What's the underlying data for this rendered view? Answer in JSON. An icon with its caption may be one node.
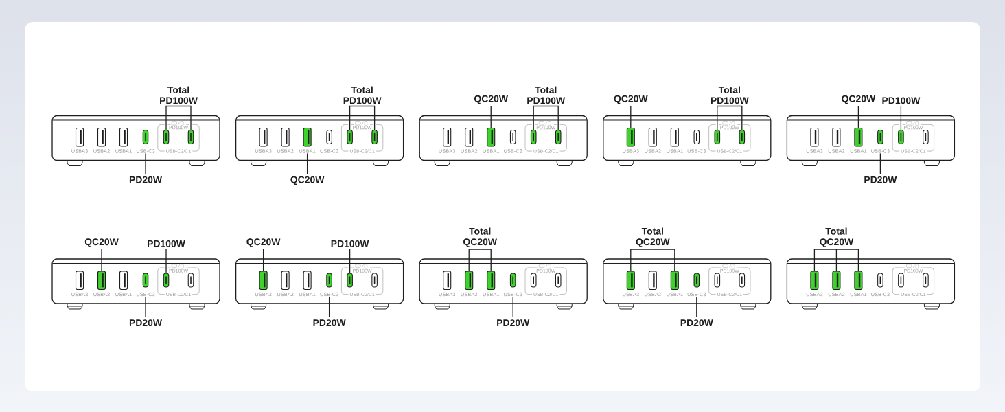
{
  "diagram": {
    "nodes": [
      {
        "text": [
          "Total PD100W"
        ]
      },
      {
        "text": [],
        "shape": "box"
      },
      {
        "text": [],
        "shape": "box",
        "in": 1,
        "beside": [
          "USBA3"
        ]
      },
      {
        "text": [],
        "shape": "box",
        "in": 1,
        "beside": [
          "USBA2"
        ]
      },
      {
        "text": [],
        "shape": "box",
        "in": 1,
        "beside": [
          "USBA1"
        ]
      },
      {
        "text": [],
        "shape": "box",
        "in": 1,
        "beside": [
          "USB-C3"
        ]
      },
      {
        "text": [
          "PD100W",
          "USB-C2/C1"
        ],
        "in": 1
      },
      {
        "text": [],
        "shape": "box",
        "in": 6
      },
      {
        "text": [],
        "shape": "box",
        "in": 6
      },
      {
        "text": [
          "PD20W"
        ]
      },
      {
        "text": [
          "Total PD100W"
        ]
      },
      {
        "text": [],
        "shape": "box"
      },
      {
        "text": [],
        "shape": "box",
        "in": 11,
        "beside": [
          "USBA3"
        ]
      },
      {
        "text": [],
        "shape": "box",
        "in": 11,
        "beside": [
          "USBA2"
        ]
      },
      {
        "text": [],
        "shape": "box",
        "in": 11,
        "beside": [
          "USBA1"
        ]
      },
      {
        "text": [],
        "shape": "box",
        "in": 11,
        "beside": [
          "USB-C3"
        ]
      },
      {
        "text": [
          "PD100W",
          "USB-C2/C1"
        ],
        "in": 11
      },
      {
        "text": [],
        "shape": "box",
        "in": 16
      },
      {
        "text": [],
        "shape": "box",
        "in": 16
      },
      {
        "text": [
          "QC20W"
        ]
      },
      {
        "text": [
          "QC20W"
        ]
      },
      {
        "text": [
          "Total PD100W"
        ]
      },
      {
        "text": [],
        "shape": "box"
      },
      {
        "text": [],
        "shape": "box",
        "in": 22,
        "beside": [
          "USBA3"
        ]
      },
      {
        "text": [],
        "shape": "box",
        "in": 22,
        "beside": [
          "USBA2"
        ]
      },
      {
        "text": [],
        "shape": "box",
        "in": 22,
        "beside": [
          "USBA1"
        ]
      },
      {
        "text": [],
        "shape": "box",
        "in": 22,
        "beside": [
          "USB-C3"
        ]
      },
      {
        "text": [
          "PD100W",
          "USB-C2/C1"
        ],
        "in": 22
      },
      {
        "text": [],
        "shape": "box",
        "in": 27
      },
      {
        "text": [],
        "shape": "box",
        "in": 27
      },
      {
        "text": [
          "QC20W"
        ]
      },
      {
        "text": [
          "Total PD100W"
        ]
      },
      {
        "text": [],
        "shape": "box"
      },
      {
        "text": [],
        "shape": "box",
        "in": 32,
        "beside": [
          "USBA3"
        ]
      },
      {
        "text": [],
        "shape": "box",
        "in": 32,
        "beside": [
          "USBA2"
        ]
      },
      {
        "text": [],
        "shape": "box",
        "in": 32,
        "beside": [
          "USBA1"
        ]
      },
      {
        "text": [],
        "shape": "box",
        "in": 32,
        "beside": [
          "USB-C3"
        ]
      },
      {
        "text": [
          "PD100W",
          "USB-C2/C1"
        ],
        "in": 32
      },
      {
        "text": [],
        "shape": "box",
        "in": 37
      },
      {
        "text": [],
        "shape": "box",
        "in": 37
      },
      {
        "text": [
          "QC20W"
        ]
      },
      {
        "text": [
          "PD100W"
        ]
      },
      {
        "text": [],
        "shape": "box"
      },
      {
        "text": [],
        "shape": "box",
        "in": 42,
        "beside": [
          "USBA3"
        ]
      },
      {
        "text": [],
        "shape": "box",
        "in": 42,
        "beside": [
          "USBA2"
        ]
      },
      {
        "text": [],
        "shape": "box",
        "in": 42,
        "beside": [
          "USBA1"
        ]
      },
      {
        "text": [],
        "shape": "box",
        "in": 42,
        "beside": [
          "USB-C3"
        ]
      },
      {
        "text": [
          "PD100W",
          "USB-C2/C1"
        ],
        "in": 42
      },
      {
        "text": [],
        "shape": "box",
        "in": 47
      },
      {
        "text": [],
        "shape": "box",
        "in": 47
      },
      {
        "text": [
          "PD20W"
        ]
      },
      {
        "text": [
          "QC20W"
        ]
      },
      {
        "text": [
          "PD100W"
        ]
      },
      {
        "text": [],
        "shape": "box"
      },
      {
        "text": [],
        "shape": "box",
        "in": 53,
        "beside": [
          "USBA3"
        ]
      },
      {
        "text": [],
        "shape": "box",
        "in": 53,
        "beside": [
          "USBA2"
        ]
      },
      {
        "text": [],
        "shape": "box",
        "in": 53,
        "beside": [
          "USBA1"
        ]
      },
      {
        "text": [],
        "shape": "box",
        "in": 53,
        "beside": [
          "USB-C3"
        ]
      },
      {
        "text": [
          "PD100W",
          "USB-C2/C1"
        ],
        "in": 53
      },
      {
        "text": [],
        "shape": "box",
        "in": 58
      },
      {
        "text": [],
        "shape": "box",
        "in": 58
      },
      {
        "text": [
          "PD20W"
        ]
      },
      {
        "text": [
          "QC20W"
        ]
      },
      {
        "text": [
          "PD100W"
        ]
      },
      {
        "text": [],
        "shape": "box"
      },
      {
        "text": [],
        "shape": "box",
        "in": 64,
        "beside": [
          "USBA3"
        ]
      },
      {
        "text": [],
        "shape": "box",
        "in": 64,
        "beside": [
          "USBA2"
        ]
      },
      {
        "text": [],
        "shape": "box",
        "in": 64,
        "beside": [
          "USBA1"
        ]
      },
      {
        "text": [],
        "shape": "box",
        "in": 64,
        "beside": [
          "USB-C3"
        ]
      },
      {
        "text": [
          "PD100W",
          "USB-C2/C1"
        ],
        "in": 64
      },
      {
        "text": [],
        "shape": "box",
        "in": 69
      },
      {
        "text": [],
        "shape": "box",
        "in": 69
      },
      {
        "text": [
          "PD20W"
        ]
      },
      {
        "text": [
          "Total QC20W"
        ]
      },
      {
        "text": [],
        "shape": "box"
      },
      {
        "text": [],
        "shape": "box",
        "in": 74,
        "beside": [
          "USBA3"
        ]
      },
      {
        "text": [],
        "shape": "box",
        "in": 74,
        "beside": [
          "USBA2"
        ]
      },
      {
        "text": [],
        "shape": "box",
        "in": 74,
        "beside": [
          "USBA1"
        ]
      },
      {
        "text": [],
        "shape": "box",
        "in": 74,
        "beside": [
          "USB-C3"
        ]
      },
      {
        "text": [
          "PD100W",
          "USB-C2/C1"
        ],
        "in": 74
      },
      {
        "text": [],
        "shape": "box",
        "in": 79
      },
      {
        "text": [],
        "shape": "box",
        "in": 79
      },
      {
        "text": [
          "PD20W"
        ]
      },
      {
        "text": [
          "Total QC20W"
        ]
      },
      {
        "text": [],
        "shape": "box"
      },
      {
        "text": [],
        "shape": "box",
        "in": 84,
        "beside": [
          "USBA3"
        ]
      },
      {
        "text": [],
        "shape": "box",
        "in": 84,
        "beside": [
          "USBA2"
        ]
      },
      {
        "text": [],
        "shape": "box",
        "in": 84,
        "beside": [
          "USBA1"
        ]
      },
      {
        "text": [],
        "shape": "box",
        "in": 84,
        "beside": [
          "USB-C3"
        ]
      },
      {
        "text": [
          "PD100W",
          "USB-C2/C1"
        ],
        "in": 84
      },
      {
        "text": [],
        "shape": "box",
        "in": 89
      },
      {
        "text": [],
        "shape": "box",
        "in": 89
      },
      {
        "text": [
          "PD20W"
        ]
      },
      {
        "text": [
          "Total QC20W"
        ]
      },
      {
        "text": [],
        "shape": "box"
      },
      {
        "text": [],
        "shape": "box",
        "in": 94,
        "beside": [
          "USBA3"
        ]
      },
      {
        "text": [],
        "shape": "box",
        "in": 94,
        "beside": [
          "USBA2"
        ]
      },
      {
        "text": [],
        "shape": "box",
        "in": 94,
        "beside": [
          "USBA1"
        ]
      },
      {
        "text": [],
        "shape": "box",
        "in": 94,
        "beside": [
          "USB-C3"
        ]
      },
      {
        "text": [
          "PD100W",
          "USB-C2/C1"
        ],
        "in": 94
      },
      {
        "text": [],
        "shape": "box",
        "in": 99
      },
      {
        "text": [],
        "shape": "box",
        "in": 99
      }
    ],
    "edges": [
      {
        "from": 0,
        "to": 7,
        "arrow": "none"
      },
      {
        "from": 0,
        "to": 8,
        "arrow": "none"
      },
      {
        "from": 9,
        "to": 5,
        "arrow": "none"
      },
      {
        "from": 10,
        "to": 17,
        "arrow": "none"
      },
      {
        "from": 10,
        "to": 18,
        "arrow": "none"
      },
      {
        "from": 19,
        "to": 14,
        "arrow": "none"
      },
      {
        "from": 20,
        "to": 25,
        "arrow": "none"
      },
      {
        "from": 21,
        "to": 28,
        "arrow": "none"
      },
      {
        "from": 21,
        "to": 29,
        "arrow": "none"
      },
      {
        "from": 30,
        "to": 33,
        "arrow": "none"
      },
      {
        "from": 31,
        "to": 38,
        "arrow": "none"
      },
      {
        "from": 31,
        "to": 39,
        "arrow": "none"
      },
      {
        "from": 40,
        "to": 45,
        "arrow": "none"
      },
      {
        "from": 41,
        "to": 48,
        "arrow": "none"
      },
      {
        "from": 50,
        "to": 46,
        "arrow": "none"
      },
      {
        "from": 51,
        "to": 55,
        "arrow": "none"
      },
      {
        "from": 52,
        "to": 59,
        "arrow": "none"
      },
      {
        "from": 61,
        "to": 57,
        "arrow": "none"
      },
      {
        "from": 62,
        "to": 65,
        "arrow": "none"
      },
      {
        "from": 63,
        "to": 70,
        "arrow": "none"
      },
      {
        "from": 72,
        "to": 68,
        "arrow": "none"
      },
      {
        "from": 73,
        "to": 76,
        "arrow": "none"
      },
      {
        "from": 73,
        "to": 77,
        "arrow": "none"
      },
      {
        "from": 82,
        "to": 78,
        "arrow": "none"
      },
      {
        "from": 83,
        "to": 85,
        "arrow": "none"
      },
      {
        "from": 83,
        "to": 87,
        "arrow": "none"
      },
      {
        "from": 92,
        "to": 88,
        "arrow": "none"
      },
      {
        "from": 93,
        "to": 95,
        "arrow": "none"
      },
      {
        "from": 93,
        "to": 96,
        "arrow": "none"
      },
      {
        "from": 93,
        "to": 97,
        "arrow": "none"
      }
    ]
  }
}
